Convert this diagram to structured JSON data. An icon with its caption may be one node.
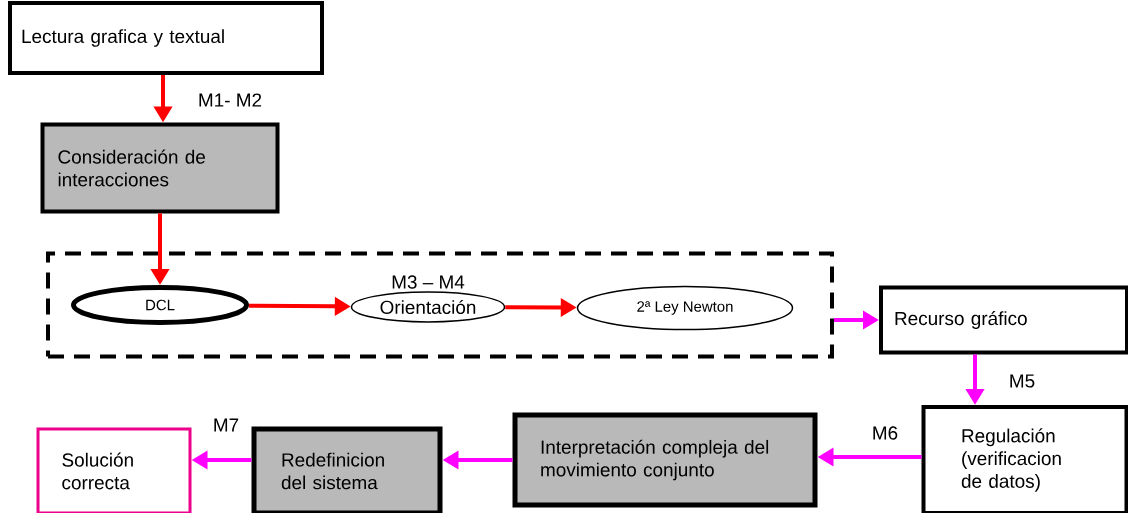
{
  "diagram": {
    "nodes": [
      {
        "text": [
          "Lectura grafica y textual"
        ]
      },
      {
        "text": [
          "Consideración de interacciones"
        ]
      },
      {
        "text": [],
        "shape": "box"
      },
      {
        "text": [
          "DCL"
        ],
        "in": 2
      },
      {
        "text": [
          "Orientación"
        ],
        "in": 2
      },
      {
        "text": [
          "2ª Ley Newton"
        ],
        "in": 2
      },
      {
        "text": [
          "Recurso gráfico"
        ]
      },
      {
        "text": [
          "Regulación (verificacion de datos)"
        ]
      },
      {
        "text": [
          "Interpretación compleja del movimiento conjunto"
        ]
      },
      {
        "text": [
          "Redefinicion del sistema"
        ]
      },
      {
        "text": [
          "Solución correcta"
        ]
      }
    ],
    "edges": [
      {
        "from": 0,
        "to": 1,
        "arrow": "to",
        "label": "M1- M2",
        "color": "#ff0000"
      },
      {
        "from": 1,
        "to": 3,
        "arrow": "to",
        "color": "#ff0000"
      },
      {
        "from": 3,
        "to": 4,
        "arrow": "to",
        "label": "M3 – M4",
        "color": "#ff0000"
      },
      {
        "from": 4,
        "to": 5,
        "arrow": "to",
        "color": "#ff0000"
      },
      {
        "from": 2,
        "to": 6,
        "arrow": "to",
        "color": "#ff00ff"
      },
      {
        "from": 6,
        "to": 7,
        "arrow": "to",
        "label": "M5",
        "color": "#ff00ff"
      },
      {
        "from": 7,
        "to": 8,
        "arrow": "to",
        "label": "M6",
        "color": "#ff00ff"
      },
      {
        "from": 8,
        "to": 9,
        "arrow": "to",
        "color": "#ff00ff"
      },
      {
        "from": 9,
        "to": 10,
        "arrow": "to",
        "label": "M7",
        "color": "#ff00ff"
      }
    ]
  }
}
